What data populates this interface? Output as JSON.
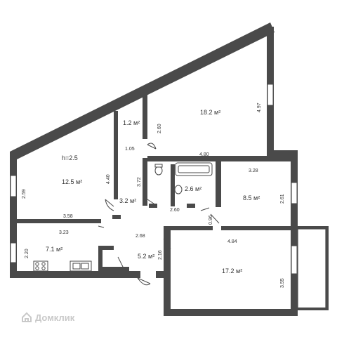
{
  "rooms": [
    {
      "id": "balcony-top",
      "area": "1.2 м²"
    },
    {
      "id": "big-room",
      "area": "18.2 м²"
    },
    {
      "id": "left-room",
      "area": "12.5 м²",
      "note": "h=2.5"
    },
    {
      "id": "corridor",
      "area": "3.2 м²"
    },
    {
      "id": "bathroom",
      "area": "2.6 м²"
    },
    {
      "id": "small-room",
      "area": "8.5 м²"
    },
    {
      "id": "kitchen",
      "area": "7.1 м²"
    },
    {
      "id": "hall",
      "area": "5.2 м²"
    },
    {
      "id": "room-bottom",
      "area": "17.2 м²"
    }
  ],
  "dimensions": {
    "d_4_97": "4.97",
    "d_2_60a": "2.60",
    "d_1_05": "1.05",
    "d_4_80": "4.80",
    "d_3_28": "3.28",
    "d_2_59": "2.59",
    "d_4_40": "4.40",
    "d_3_72": "3.72",
    "d_2_61": "2.61",
    "d_3_58": "3.58",
    "d_2_60b": "2.60",
    "d_3_23": "3.23",
    "d_0_96": "0.96",
    "d_2_68": "2.68",
    "d_2_20": "2.20",
    "d_2_16": "2.16",
    "d_4_84": "4.84",
    "d_3_55": "3.55"
  },
  "watermark": {
    "text": "Домклик"
  }
}
